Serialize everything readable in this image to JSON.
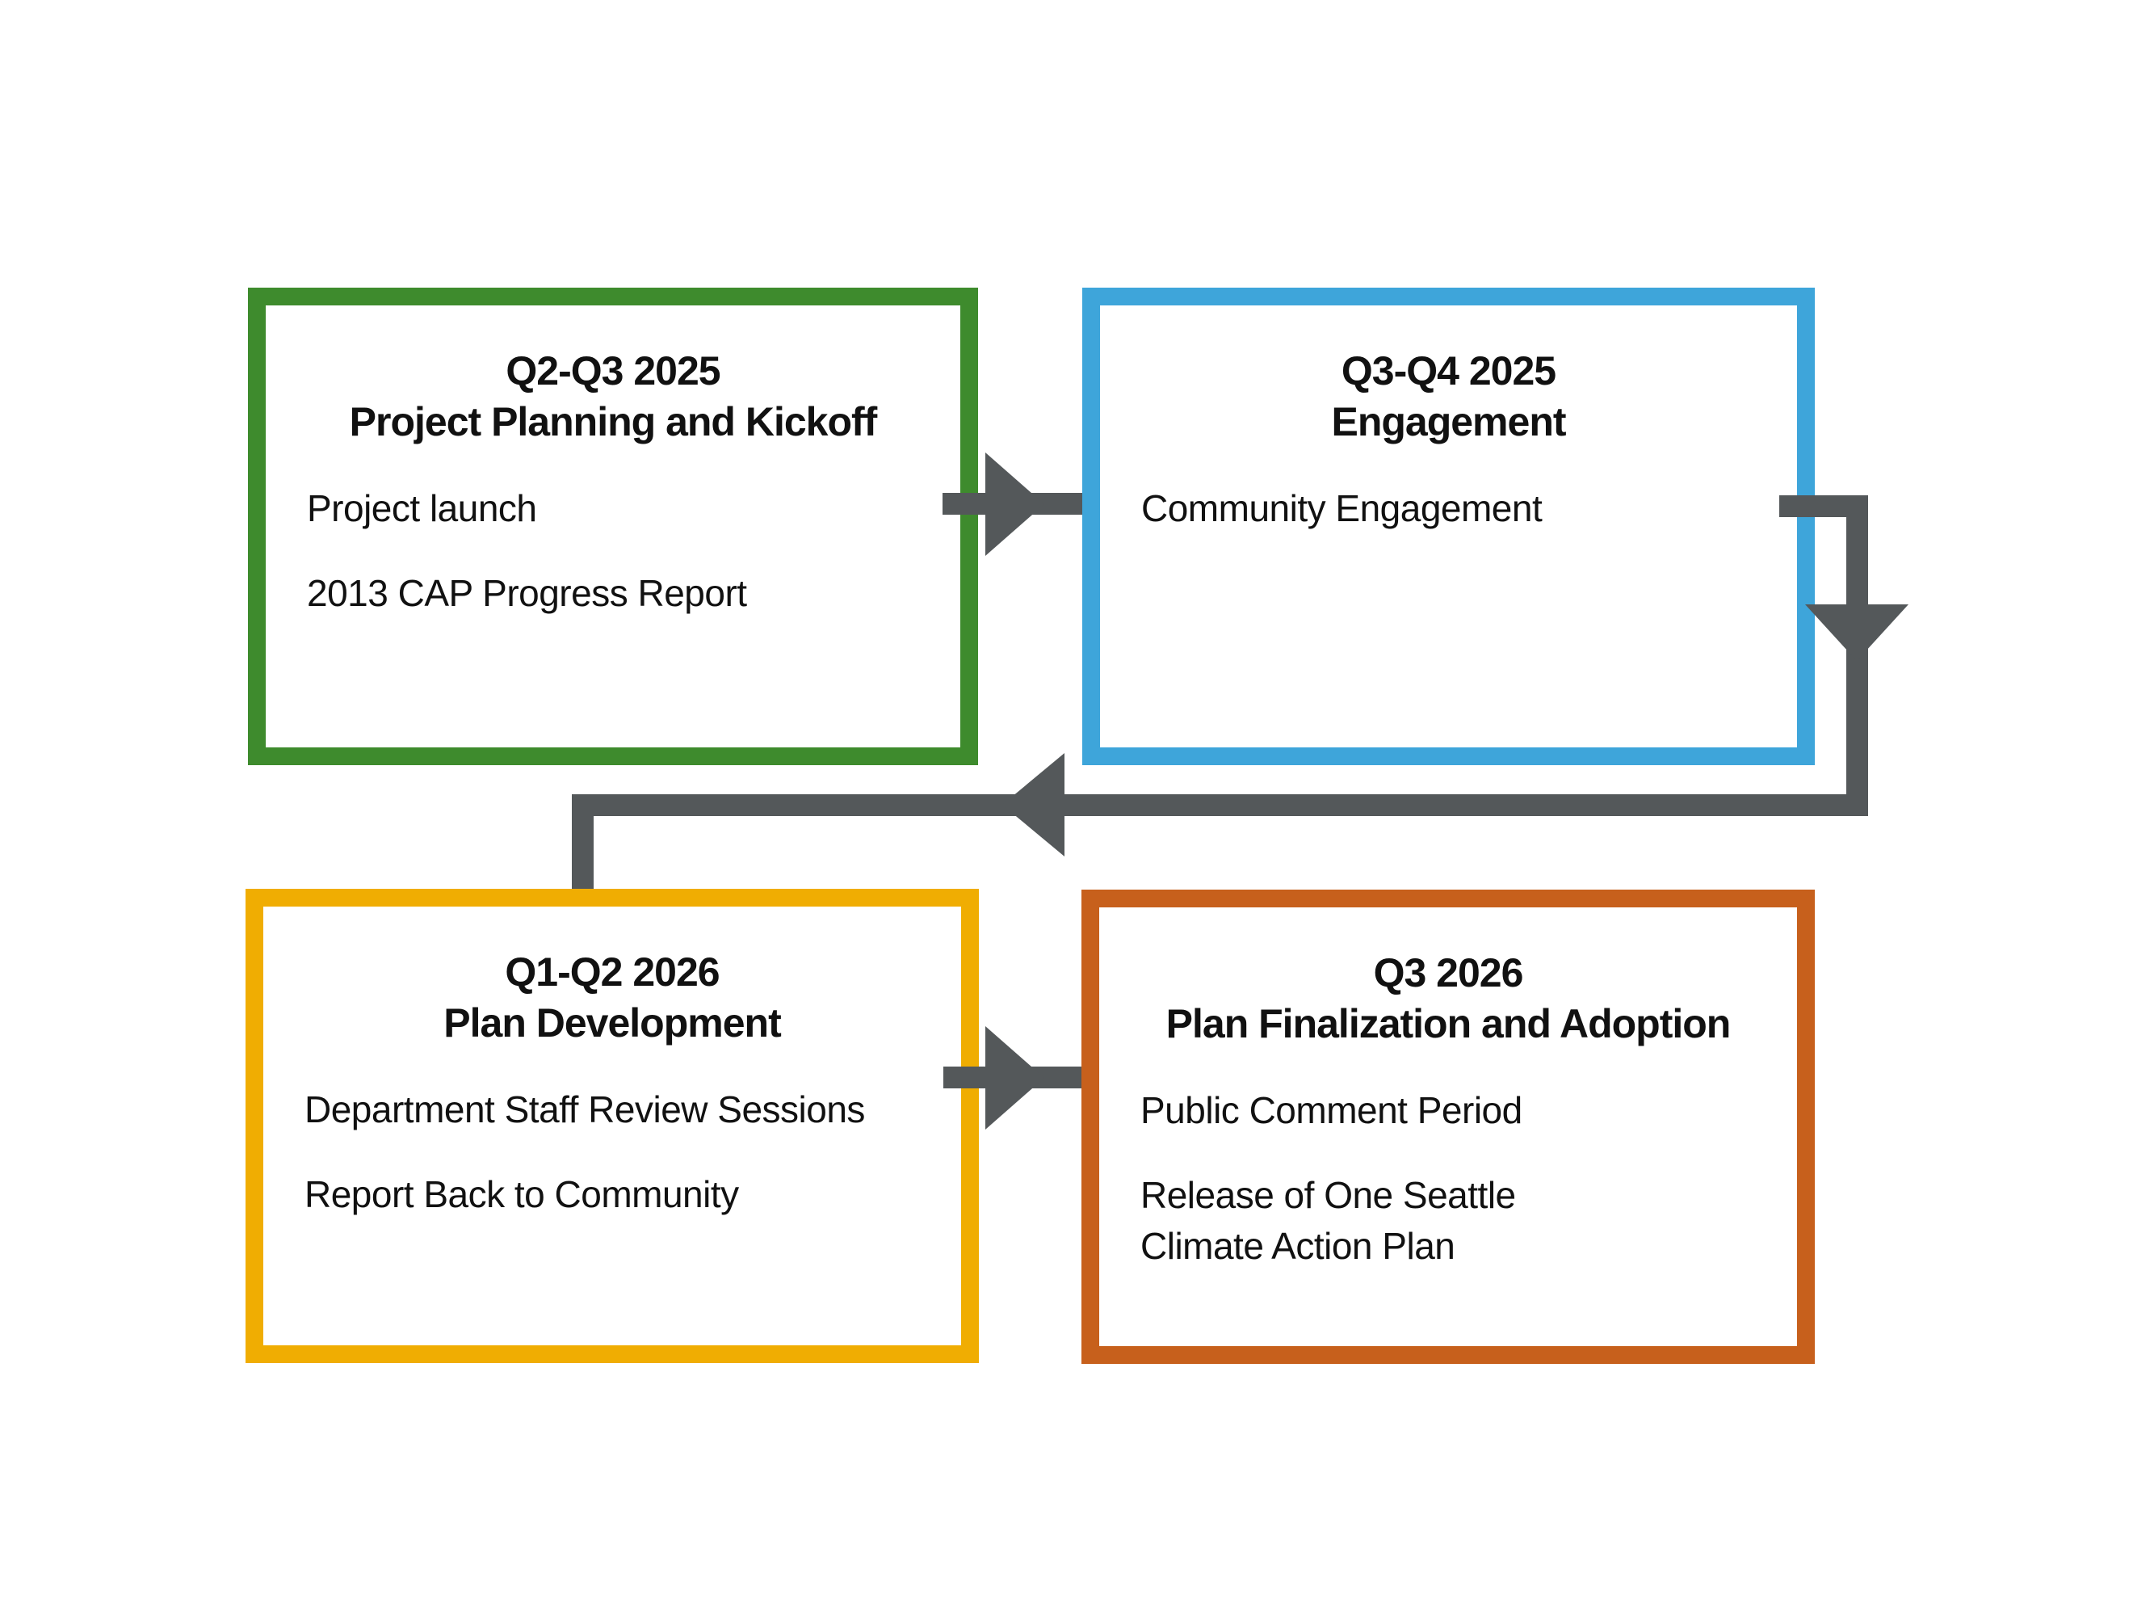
{
  "diagram": {
    "background_color": "#FFFFFF",
    "connector_color": "#54585A",
    "text_color": "#111111",
    "stages": [
      {
        "id": "project-planning",
        "border_color": "#3E8B2D",
        "period": "Q2-Q3 2025",
        "phase": "Project Planning and Kickoff",
        "items": [
          {
            "lines": [
              "Project launch"
            ]
          },
          {
            "lines": [
              "2013 CAP Progress Report"
            ]
          }
        ]
      },
      {
        "id": "engagement",
        "border_color": "#3EA5DA",
        "period": "Q3-Q4 2025",
        "phase": "Engagement",
        "items": [
          {
            "lines": [
              "Community Engagement"
            ]
          }
        ]
      },
      {
        "id": "plan-development",
        "border_color": "#F0AD02",
        "period": "Q1-Q2 2026",
        "phase": "Plan Development",
        "items": [
          {
            "lines": [
              "Department Staff Review Sessions"
            ]
          },
          {
            "lines": [
              "Report Back to Community"
            ]
          }
        ]
      },
      {
        "id": "plan-finalization",
        "border_color": "#C7601C",
        "period": "Q3 2026",
        "phase": "Plan Finalization and Adoption",
        "items": [
          {
            "lines": [
              "Public Comment Period"
            ]
          },
          {
            "lines": [
              "Release of One Seattle",
              "Climate Action Plan"
            ]
          }
        ]
      }
    ],
    "connectors": [
      {
        "from": "project-planning",
        "to": "engagement",
        "arrowheads": [
          "right"
        ]
      },
      {
        "from": "engagement",
        "to": "plan-development",
        "arrowheads": [
          "down",
          "left"
        ]
      },
      {
        "from": "plan-development",
        "to": "plan-finalization",
        "arrowheads": [
          "right"
        ]
      }
    ]
  }
}
